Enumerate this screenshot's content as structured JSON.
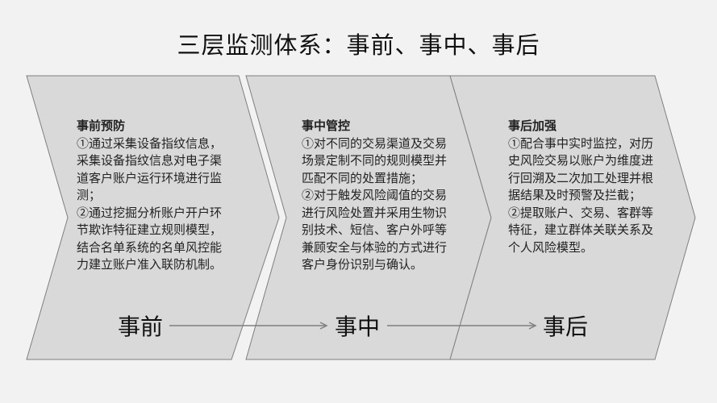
{
  "title": "三层监测体系：事前、事中、事后",
  "colors": {
    "background": "#f2f2f2",
    "chevron_fill": "#d9d9d9",
    "chevron_stroke": "#7f7f7f",
    "arrow": "#7f7f7f"
  },
  "panels": [
    {
      "heading": "事前预防",
      "items": [
        "①通过采集设备指纹信息，采集设备指纹信息对电子渠道客户账户运行环境进行监测；",
        "②通过挖掘分析账户开户环节欺诈特征建立规则模型，结合名单系统的名单风控能力建立账户准入联防机制。"
      ],
      "stage_label": "事前"
    },
    {
      "heading": "事中管控",
      "items": [
        "①对不同的交易渠道及交易场景定制不同的规则模型并匹配不同的处置措施；",
        "②对于触发风险阈值的交易进行风险处置并采用生物识别技术、短信、客户外呼等兼顾安全与体验的方式进行客户身份识别与确认。"
      ],
      "stage_label": "事中"
    },
    {
      "heading": "事后加强",
      "items": [
        "①配合事中实时监控，对历史风险交易以账户为维度进行回溯及二次加工处理并根据结果及时预警及拦截；",
        "②提取账户、交易、客群等特征，建立群体关联关系及个人风险模型。"
      ],
      "stage_label": "事后"
    }
  ]
}
